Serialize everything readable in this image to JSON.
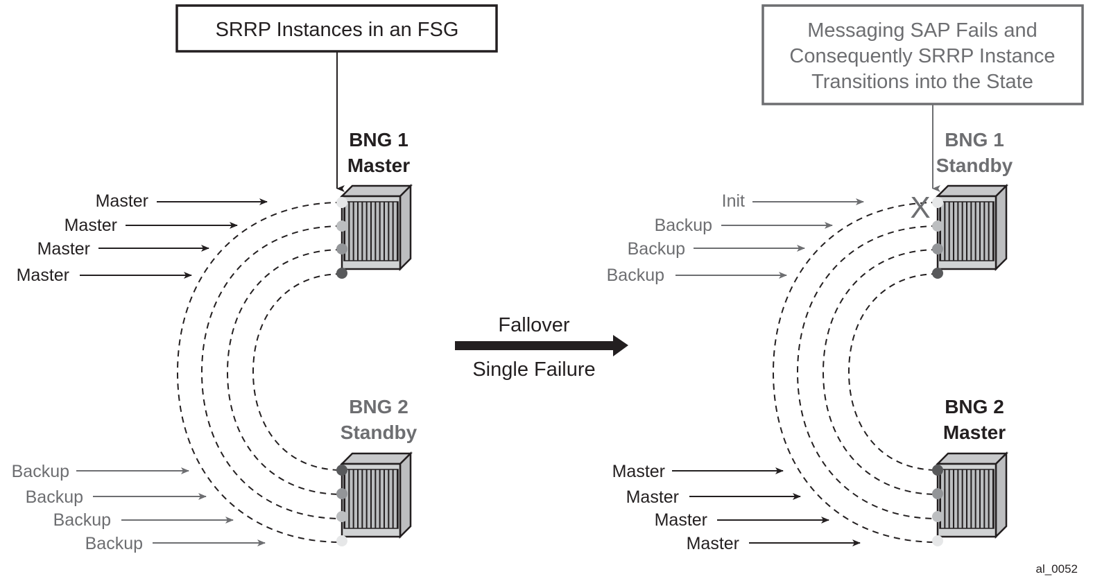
{
  "left": {
    "callout": "SRRP Instances in an FSG",
    "bng1": {
      "name": "BNG 1",
      "state": "Master"
    },
    "bng2": {
      "name": "BNG 2",
      "state": "Standby"
    },
    "top_labels": [
      "Master",
      "Master",
      "Master",
      "Master"
    ],
    "bottom_labels": [
      "Backup",
      "Backup",
      "Backup",
      "Backup"
    ]
  },
  "transition": {
    "above": "Fallover",
    "below": "Single Failure"
  },
  "right": {
    "callout": [
      "Messaging SAP Fails and",
      "Consequently SRRP Instance",
      "Transitions into the State"
    ],
    "failure_mark": "X",
    "bng1": {
      "name": "BNG 1",
      "state": "Standby"
    },
    "bng2": {
      "name": "BNG 2",
      "state": "Master"
    },
    "top_labels": [
      "Init",
      "Backup",
      "Backup",
      "Backup"
    ],
    "bottom_labels": [
      "Master",
      "Master",
      "Master",
      "Master"
    ]
  },
  "figure_id": "al_0052",
  "colors": {
    "black": "#231f20",
    "gray": "#6d6e71",
    "dot": [
      "#e6e7e8",
      "#bcbec0",
      "#939598",
      "#58595b"
    ]
  }
}
